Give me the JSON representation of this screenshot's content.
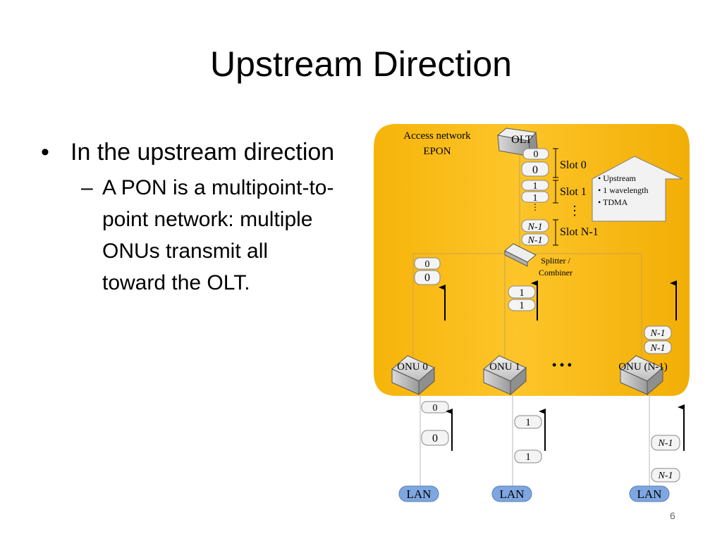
{
  "slide": {
    "title": "Upstream Direction",
    "page_number": "6"
  },
  "bullets": {
    "level1": "In the upstream direction",
    "level2": "A PON is a multipoint-to-point network: multiple ONUs transmit all toward the OLT."
  },
  "diagram": {
    "network_label_1": "Access network",
    "network_label_2": "EPON",
    "olt_label": "OLT",
    "slot_labels": [
      "Slot 0",
      "Slot 1",
      "Slot N-1"
    ],
    "upstream_notes": [
      "Upstream",
      "1 wavelength",
      "TDMA"
    ],
    "splitter_label_1": "Splitter /",
    "splitter_label_2": "Combiner",
    "onu_labels": [
      "ONU 0",
      "ONU 1",
      "ONU (N-1)"
    ],
    "lan_label": "LAN",
    "packet_labels": [
      "0",
      "1",
      "N-1"
    ],
    "ellipsis": "• • •",
    "colors": {
      "epon_fill": "#FDBF14",
      "lan_fill": "#7EA6E0",
      "packet_fill": "#F4F4F4"
    }
  }
}
